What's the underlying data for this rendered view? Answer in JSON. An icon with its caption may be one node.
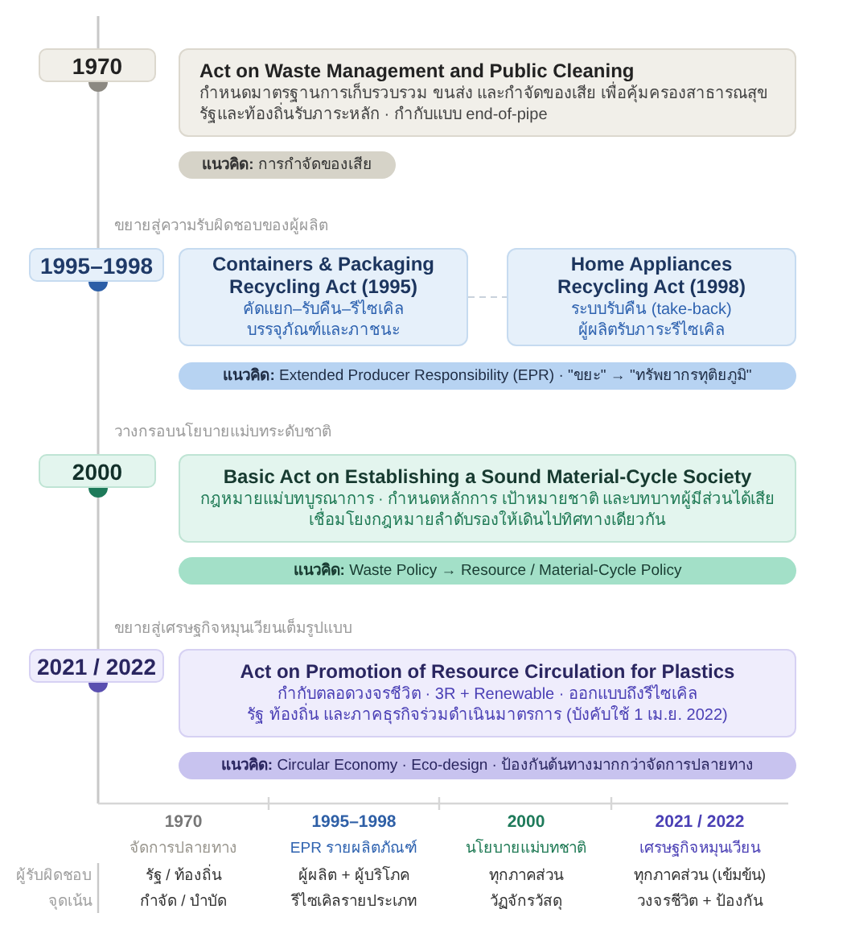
{
  "diagram": {
    "nodes": [
      {
        "text": [
          "1970"
        ]
      },
      {
        "text": [
          "Act on Waste Management and Public Cleaning",
          "กำหนดมาตรฐานการเก็บรวบรวม ขนส่ง และกำจัดของเสีย เพื่อคุ้มครองสาธารณสุข",
          "รัฐและท้องถิ่นรับภาระหลัก · กำกับแบบ end-of-pipe"
        ]
      },
      {
        "text": [
          "**แนวคิด:** การกำจัดของเสีย"
        ]
      },
      {
        "text": [
          "1995–1998"
        ]
      },
      {
        "text": [
          "Containers & Packaging Recycling Act (1995)",
          "คัดแยก–รับคืน–รีไซเคิล",
          "บรรจุภัณฑ์และภาชนะ"
        ]
      },
      {
        "text": [
          "Home Appliances Recycling Act (1998)",
          "ระบบรับคืน (take-back)",
          "ผู้ผลิตรับภาระรีไซเคิล"
        ]
      },
      {
        "text": [
          "**แนวคิด:** Extended Producer Responsibility (EPR) · \"ขยะ\" → \"ทรัพยากรทุติยภูมิ\""
        ]
      },
      {
        "text": [
          "2000"
        ]
      },
      {
        "text": [
          "Basic Act on Establishing a Sound Material-Cycle Society",
          "กฎหมายแม่บทบูรณาการ · กำหนดหลักการ เป้าหมายชาติ และบทบาทผู้มีส่วนได้เสีย",
          "เชื่อมโยงกฎหมายลำดับรองให้เดินไปทิศทางเดียวกัน"
        ]
      },
      {
        "text": [
          "**แนวคิด:** Waste Policy → Resource / Material-Cycle Policy"
        ]
      },
      {
        "text": [
          "2021 / 2022"
        ]
      },
      {
        "text": [
          "Act on Promotion of Resource Circulation for Plastics",
          "กำกับตลอดวงจรชีวิต · 3R + Renewable · ออกแบบถึงรีไซเคิล",
          "รัฐ ท้องถิ่น และภาคธุรกิจร่วมดำเนินมาตรการ (บังคับใช้ 1 เม.ย. 2022)"
        ]
      },
      {
        "text": [
          "**แนวคิด:** Circular Economy · Eco-design · ป้องกันต้นทางมากกว่าจัดการปลายทาง"
        ]
      }
    ],
    "edges": [
      {
        "from": 4,
        "to": 5,
        "arrow": "none",
        "style": "dashed"
      }
    ],
    "labels": [
      "ขยายสู่ความรับผิดชอบของผู้ผลิต",
      "วางกรอบนโยบายแม่บทระดับชาติ",
      "ขยายสู่เศรษฐกิจหมุนเวียนเต็มรูปแบบ",
      "1970",
      "1995–1998",
      "2000",
      "2021 / 2022",
      "จัดการปลายทาง",
      "EPR รายผลิตภัณฑ์",
      "นโยบายแม่บทชาติ",
      "เศรษฐกิจหมุนเวียน",
      "ผู้รับผิดชอบ",
      "รัฐ / ท้องถิ่น",
      "ผู้ผลิต + ผู้บริโภค",
      "ทุกภาคส่วน",
      "ทุกภาคส่วน (เข้มข้น)",
      "จุดเน้น",
      "กำจัด / บำบัด",
      "รีไซเคิลรายประเภท",
      "วัฏจักรวัสดุ",
      "วงจรชีวิต + ป้องกัน"
    ]
  }
}
